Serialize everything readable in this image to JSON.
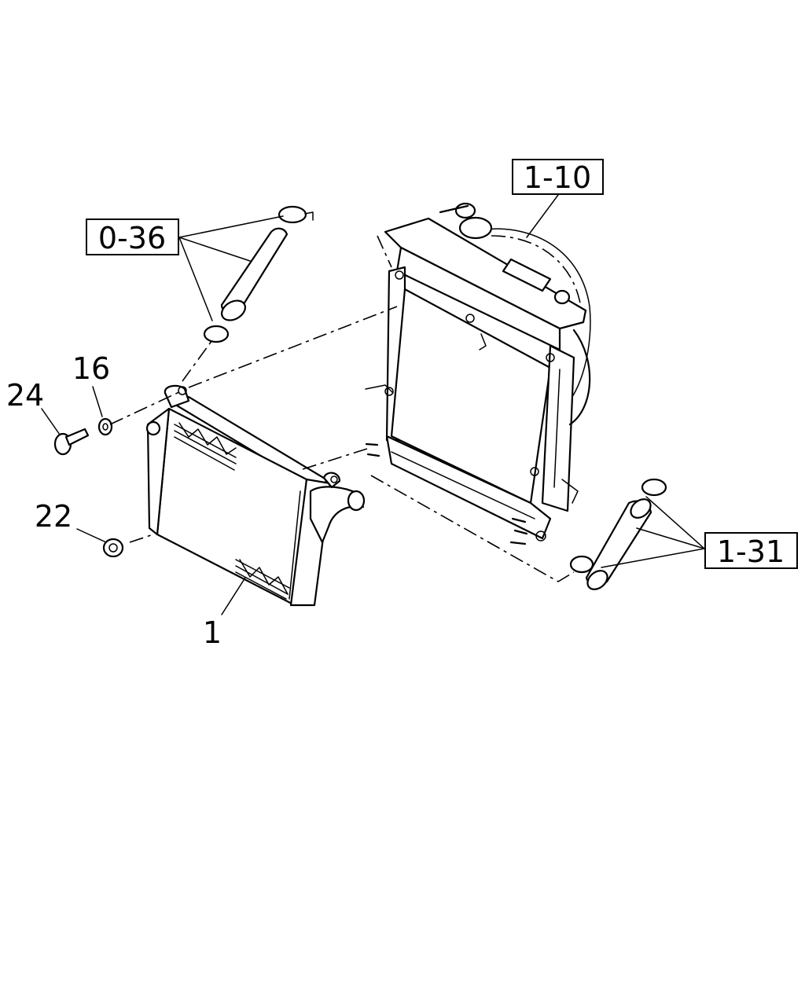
{
  "callouts": {
    "ref_0_36": "0-36",
    "ref_1_10": "1-10",
    "ref_1_31": "1-31",
    "part_1": "1",
    "part_16": "16",
    "part_24": "24",
    "part_22": "22"
  }
}
